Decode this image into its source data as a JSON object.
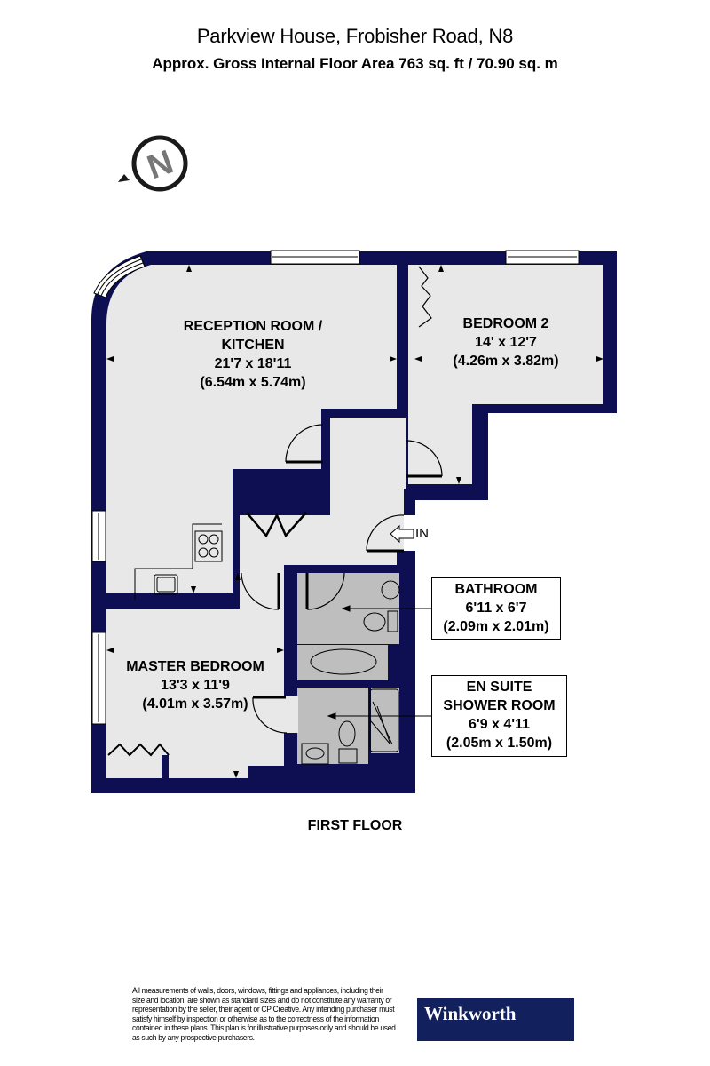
{
  "header": {
    "title": "Parkview House, Frobisher Road, N8",
    "subtitle": "Approx. Gross Internal Floor Area 763 sq. ft / 70.90 sq. m"
  },
  "compass": {
    "icon": "north-compass-icon",
    "letter": "N"
  },
  "colors": {
    "wall": "#0d0f52",
    "floor": "#e8e8e8",
    "wet_room": "#bebebe",
    "brand": "#13205e"
  },
  "rooms": [
    {
      "name_line1": "RECEPTION ROOM /",
      "name_line2": "KITCHEN",
      "imperial": "21'7 x 18'11",
      "metric": "(6.54m x 5.74m)"
    },
    {
      "name_line1": "BEDROOM 2",
      "imperial": "14' x 12'7",
      "metric": "(4.26m x 3.82m)"
    },
    {
      "name_line1": "MASTER BEDROOM",
      "imperial": "13'3 x 11'9",
      "metric": "(4.01m x 3.57m)"
    },
    {
      "name_line1": "BATHROOM",
      "imperial": "6'11 x 6'7",
      "metric": "(2.09m x 2.01m)"
    },
    {
      "name_line1": "EN SUITE",
      "name_line2": "SHOWER ROOM",
      "imperial": "6'9 x 4'11",
      "metric": "(2.05m x 1.50m)"
    }
  ],
  "entrance_label": "IN",
  "floor_label": "FIRST FLOOR",
  "footer": {
    "disclaimer": "All measurements of walls, doors, windows, fittings and appliances, including their size and location, are shown as standard sizes and do not constitute any warranty or representation by the seller, their agent or CP Creative. Any intending purchaser must satisfy himself by inspection or otherwise as to the correctness of the information contained in these plans. This plan is for illustrative purposes only and should be used as such by any prospective purchasers.",
    "brand": "Winkworth"
  }
}
